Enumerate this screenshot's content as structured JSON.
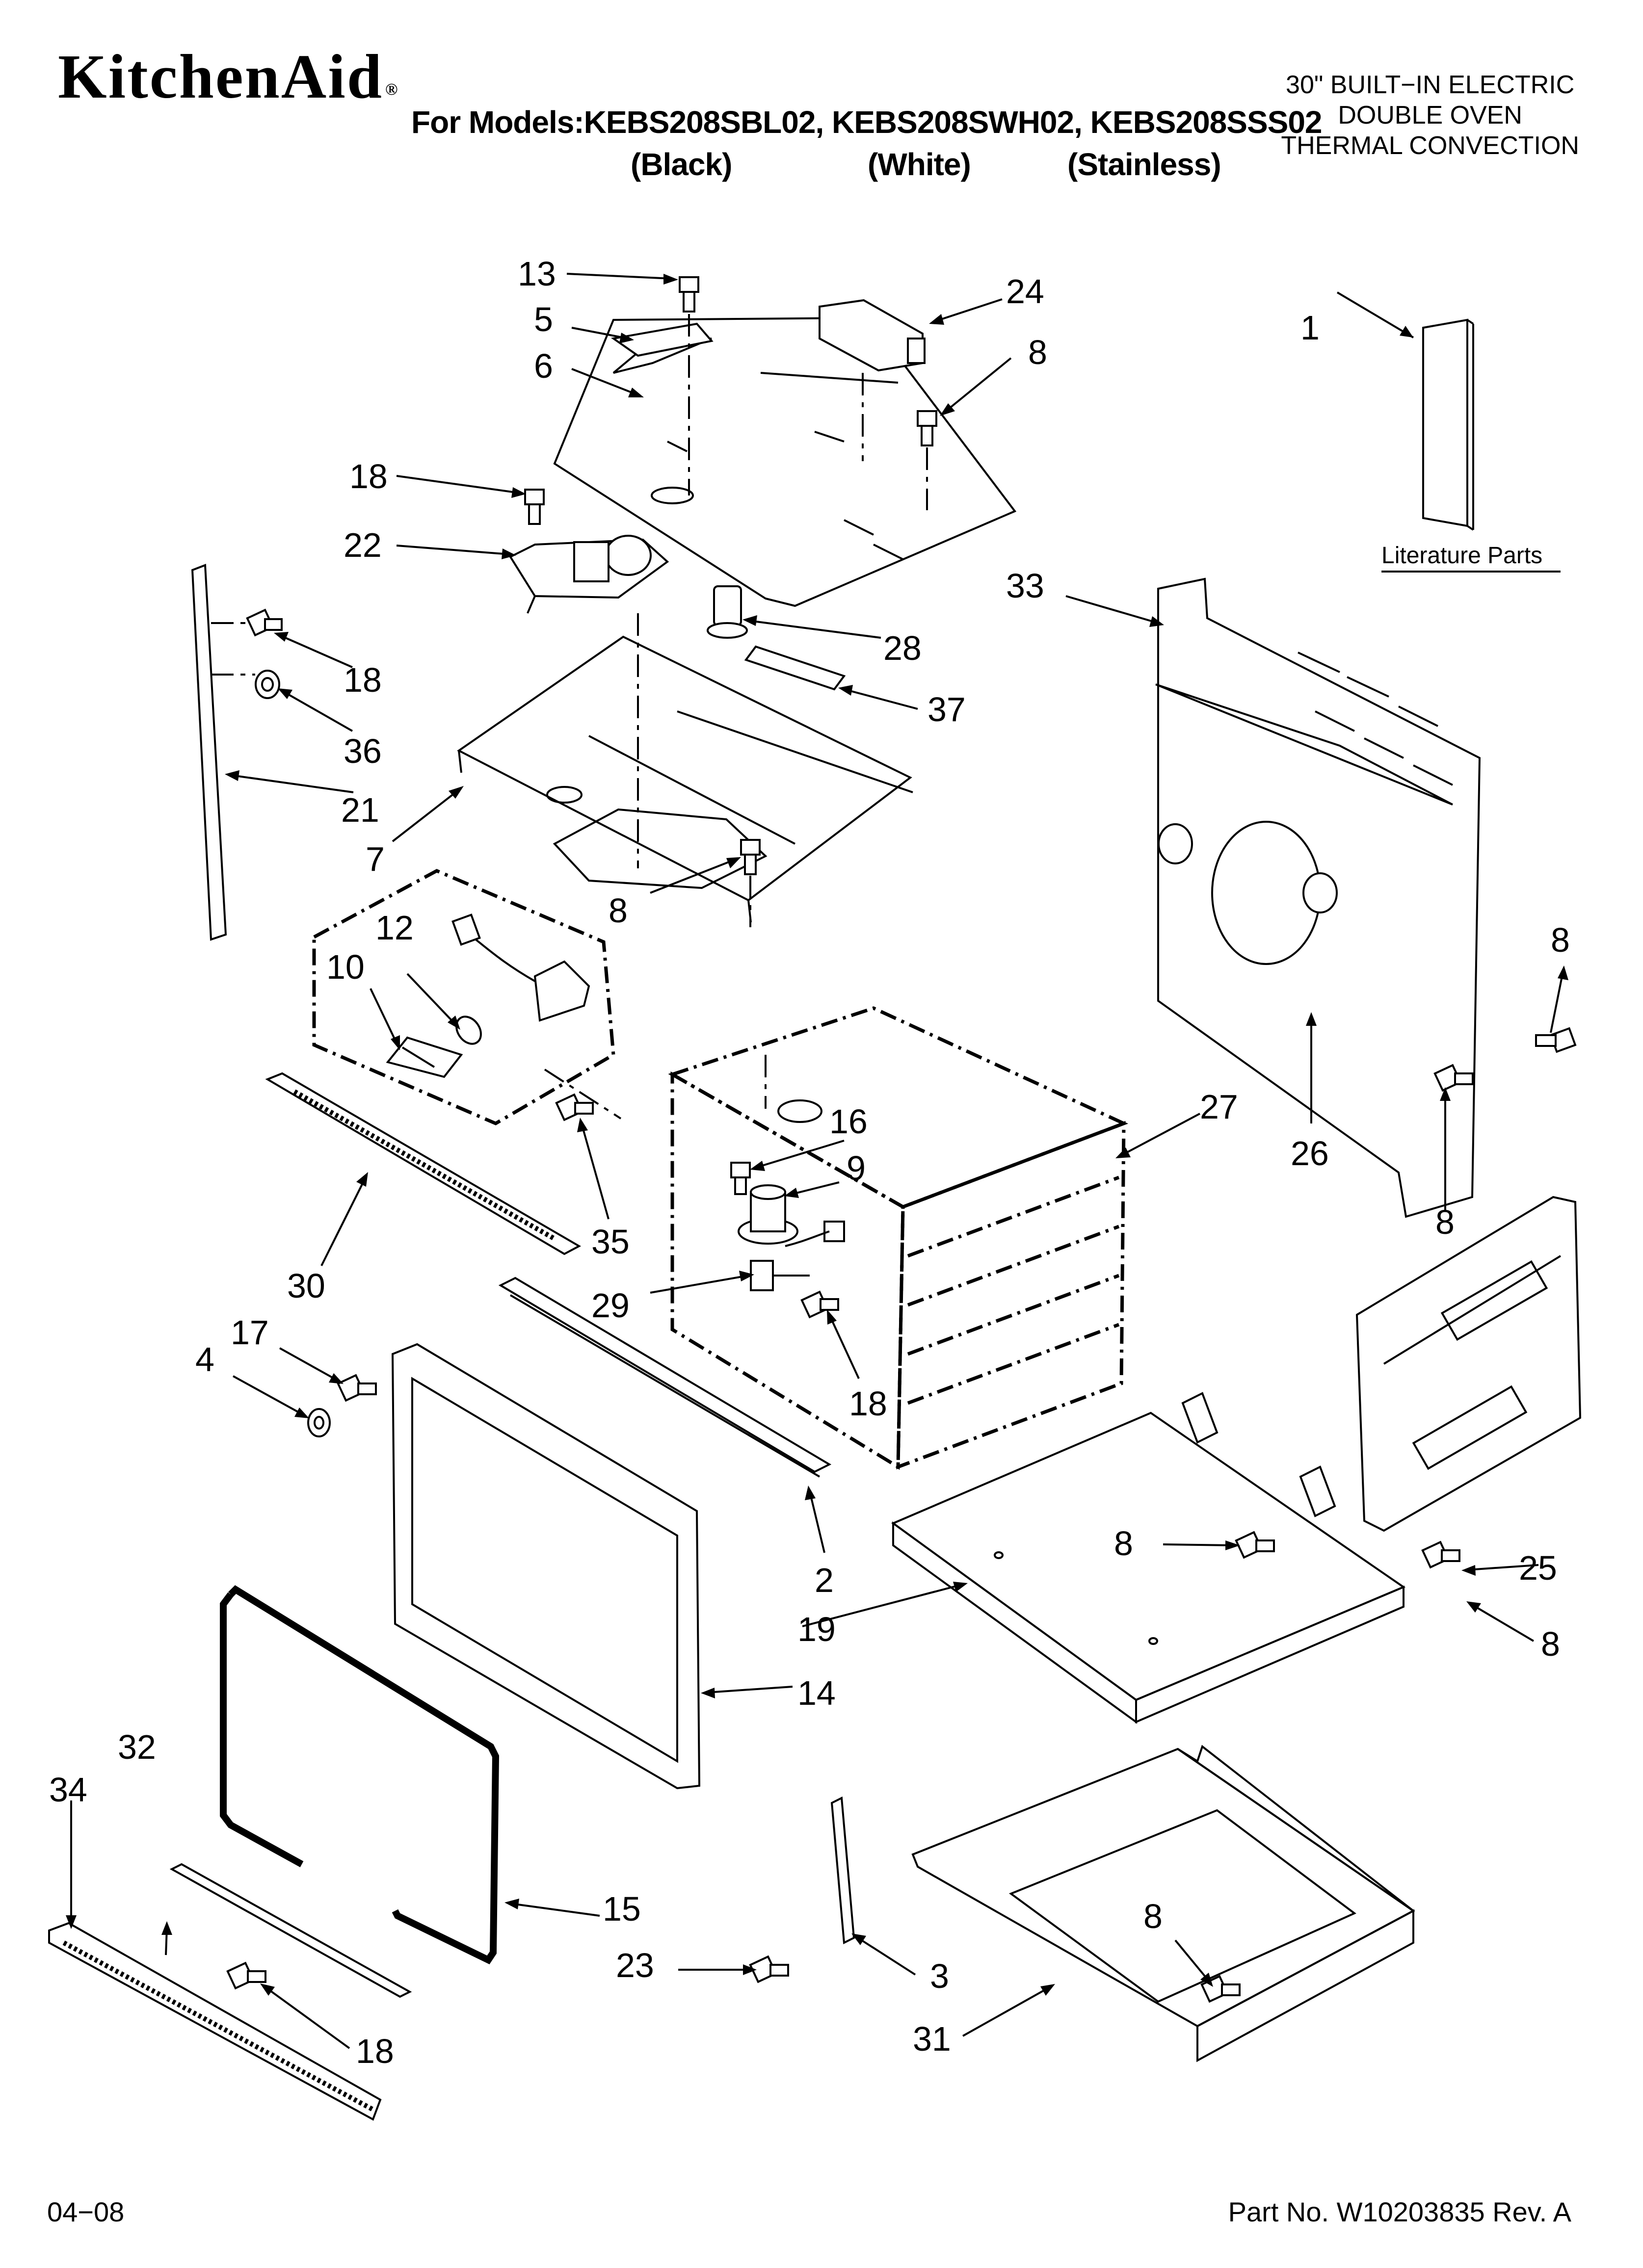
{
  "header": {
    "brand": "KitchenAid",
    "brand_mark": "®",
    "models_line": "For Models:KEBS208SBL02, KEBS208SWH02, KEBS208SSS02",
    "finishes": [
      "(Black)",
      "(White)",
      "(Stainless)"
    ],
    "product_lines": [
      "30\" BUILT−IN ELECTRIC",
      "DOUBLE OVEN",
      "THERMAL CONVECTION"
    ]
  },
  "literature_label": "Literature Parts",
  "callouts": {
    "c1": "1",
    "c2": "2",
    "c3": "3",
    "c4": "4",
    "c5": "5",
    "c6": "6",
    "c7": "7",
    "c8": "8",
    "c9": "9",
    "c10": "10",
    "c12": "12",
    "c13": "13",
    "c14": "14",
    "c15": "15",
    "c16": "16",
    "c17": "17",
    "c18": "18",
    "c19": "19",
    "c21": "21",
    "c22": "22",
    "c23": "23",
    "c24": "24",
    "c25": "25",
    "c26": "26",
    "c27": "27",
    "c28": "28",
    "c29": "29",
    "c30": "30",
    "c31": "31",
    "c32": "32",
    "c33": "33",
    "c34": "34",
    "c35": "35",
    "c36": "36",
    "c37": "37"
  },
  "footer": {
    "date": "04−08",
    "part_number": "Part No. W10203835 Rev. A"
  }
}
